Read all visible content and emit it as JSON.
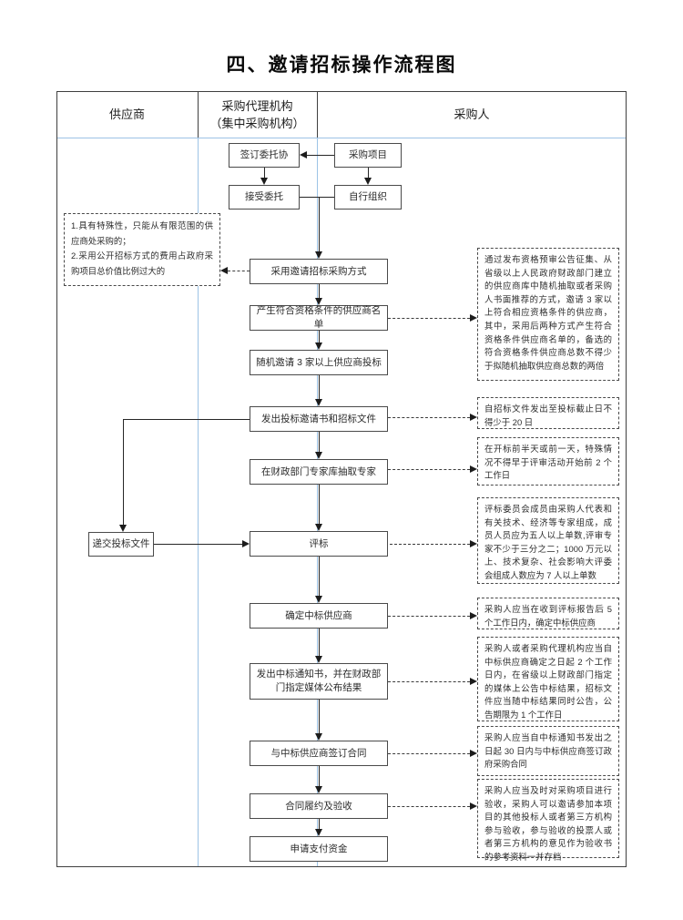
{
  "page": {
    "title": "四、邀请招标操作流程图"
  },
  "header": {
    "supplier": "供应商",
    "agency": "采购代理机构",
    "agency_sub": "（集中采购机构）",
    "purchaser": "采购人"
  },
  "nodes": {
    "sign_agreement": "签订委托协",
    "procurement_project": "采购项目",
    "accept_commission": "接受委托",
    "self_organize": "自行组织",
    "adopt_method": "采用邀请招标采购方式",
    "qualified_list": "产生符合资格条件的供应商名单",
    "random_invite": "随机邀请 3 家以上供应商投标",
    "send_invitation": "发出投标邀请书和招标文件",
    "draw_experts": "在财政部门专家库抽取专家",
    "submit_bid_docs": "递交投标文件",
    "bid_evaluation": "评标",
    "determine_winner": "确定中标供应商",
    "issue_award_notice": "发出中标通知书，并在财政部门指定媒体公布结果",
    "sign_contract": "与中标供应商签订合同",
    "contract_acceptance": "合同履约及验收",
    "apply_payment": "申请支付资金"
  },
  "notes": {
    "applicability_line1": "1.具有特殊性，只能从有限范围的供应商处采购的；",
    "applicability_line2": "2.采用公开招标方式的费用占政府采购项目总价值比例过大的",
    "supplier_sourcing": "通过发布资格预审公告征集、从省级以上人民政府财政部门建立的供应商库中随机抽取或者采购人书面推荐的方式，邀请 3 家以上符合相应资格条件的供应商，其中，采用后两种方式产生符合资格条件供应商名单的，备选的符合资格条件供应商总数不得少于拟随机抽取供应商总数的两倍",
    "bid_deadline": "自招标文件发出至投标截止日不得少于 20 日",
    "expert_timing": "在开标前半天或前一天，特殊情况不得早于评审活动开始前 2 个工作日",
    "committee_rule": "评标委员会成员由采购人代表和有关技术、经济等专家组成，成员人员应为五人以上单数,评审专家不少于三分之二；1000 万元以上、技术复杂、社会影响大评委会组成人数应为 7 人以上单数",
    "confirm_deadline": "采购人应当在收到评标报告后 5 个工作日内，确定中标供应商",
    "announce_rule": "采购人或者采购代理机构应当自中标供应商确定之日起 2 个工作日内，在省级以上财政部门指定的媒体上公告中标结果，招标文件应当随中标结果同时公告，公告期限为 1 个工作日",
    "contract_deadline": "采购人应当自中标通知书发出之日起 30 日内与中标供应商签订政府采购合同",
    "acceptance_rule": "采购人应当及时对采购项目进行验收，采购人可以邀请参加本项目的其他投标人或者第三方机构参与验收，参与验收的投票人或者第三方机构的意见作为验收书的参考资料一并存档"
  },
  "colors": {
    "lane_divider_blue": "#9dc3e6",
    "frame_dark": "#3f3f3f",
    "arrow_black": "#1c1c1c"
  }
}
